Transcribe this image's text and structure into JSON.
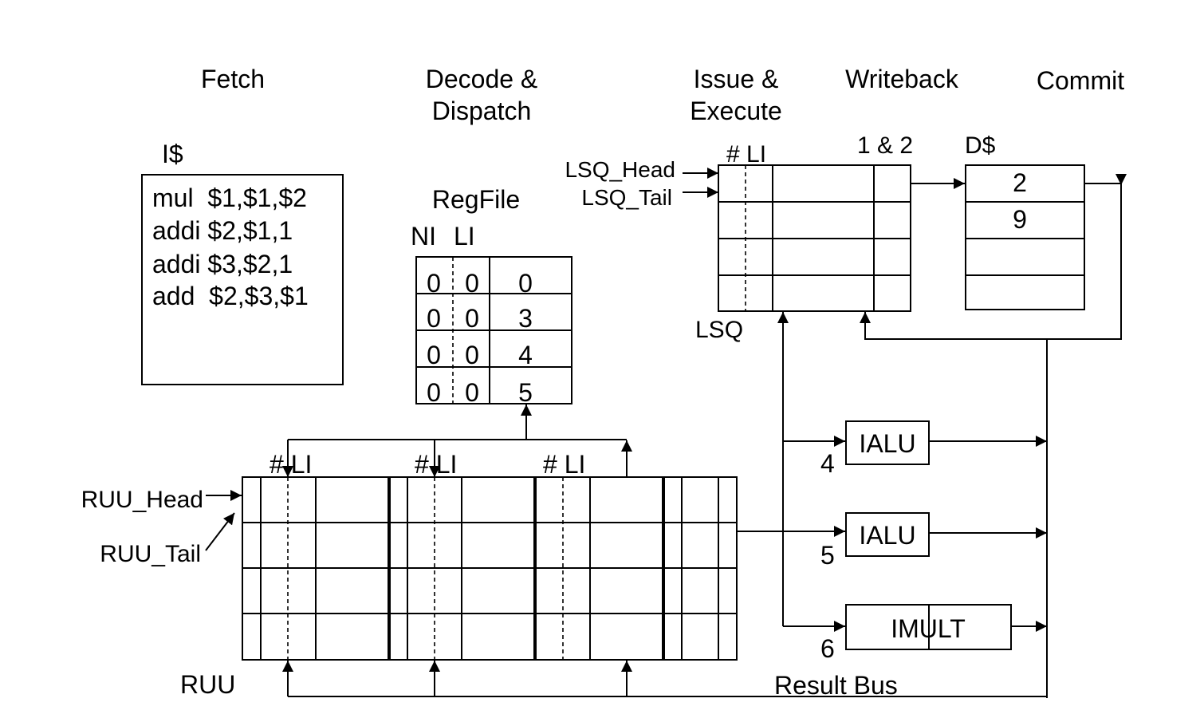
{
  "stages": {
    "fetch": "Fetch",
    "decode_line1": "Decode &",
    "decode_line2": "Dispatch",
    "issue_line1": "Issue &",
    "issue_line2": "Execute",
    "writeback": "Writeback",
    "commit": "Commit"
  },
  "icache": {
    "label": "I$",
    "instructions": [
      "mul  $1,$1,$2",
      "addi $2,$1,1",
      "addi $3,$2,1",
      "add  $2,$3,$1"
    ]
  },
  "regfile": {
    "title": "RegFile",
    "header_ni": "NI",
    "header_li": "LI",
    "rows": [
      {
        "ni": "0",
        "li": "0",
        "value": "0"
      },
      {
        "ni": "0",
        "li": "0",
        "value": "3"
      },
      {
        "ni": "0",
        "li": "0",
        "value": "4"
      },
      {
        "ni": "0",
        "li": "0",
        "value": "5"
      }
    ]
  },
  "lsq": {
    "head_label": "LSQ_Head",
    "tail_label": "LSQ_Tail",
    "li_header": "# LI",
    "label": "LSQ"
  },
  "writeback_ports": "1 & 2",
  "dcache": {
    "label": "D$",
    "values": [
      "2",
      "9",
      "",
      ""
    ]
  },
  "ruu": {
    "head_label": "RUU_Head",
    "tail_label": "RUU_Tail",
    "label": "RUU",
    "li_headers": [
      "# LI",
      "# LI",
      "# LI"
    ]
  },
  "units": [
    {
      "name": "IALU",
      "port": "4"
    },
    {
      "name": "IALU",
      "port": "5"
    },
    {
      "name": "IMULT",
      "port": "6"
    }
  ],
  "result_bus": "Result Bus"
}
